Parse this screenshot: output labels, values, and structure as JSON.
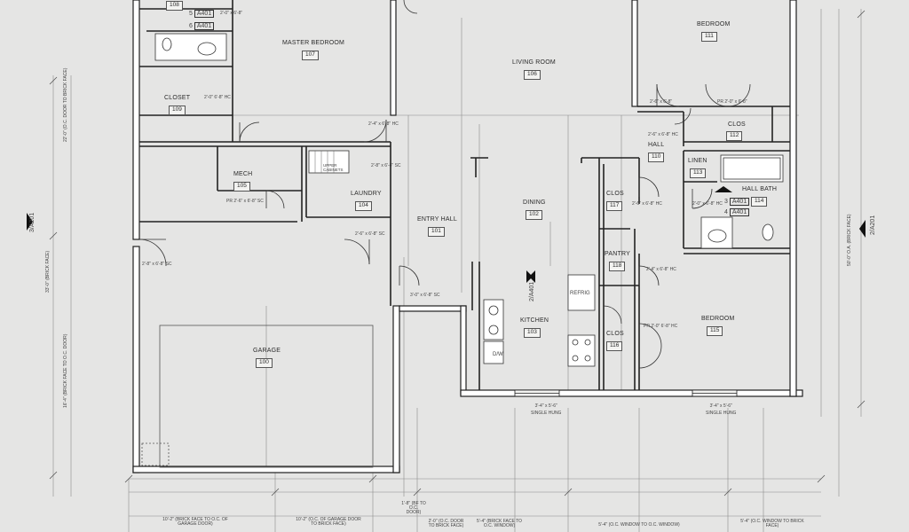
{
  "rooms": [
    {
      "name": "MASTER BEDROOM",
      "number": "107"
    },
    {
      "name": "LIVING ROOM",
      "number": "106"
    },
    {
      "name": "BEDROOM",
      "number": "111"
    },
    {
      "name": "CLOSET",
      "number": "109"
    },
    {
      "name": "MECH",
      "number": "105"
    },
    {
      "name": "LAUNDRY",
      "number": "104"
    },
    {
      "name": "ENTRY HALL",
      "number": "101"
    },
    {
      "name": "DINING",
      "number": "102"
    },
    {
      "name": "HALL",
      "number": "110"
    },
    {
      "name": "LINEN",
      "number": "113"
    },
    {
      "name": "HALL BATH",
      "number": "114"
    },
    {
      "name": "CLOS",
      "number": "112"
    },
    {
      "name": "CLOS",
      "number": "117"
    },
    {
      "name": "PANTRY",
      "number": "118"
    },
    {
      "name": "KITCHEN",
      "number": "103"
    },
    {
      "name": "CLOS",
      "number": "116"
    },
    {
      "name": "BEDROOM",
      "number": "115"
    },
    {
      "name": "GARAGE",
      "number": "100"
    },
    {
      "name": "",
      "number": "108"
    }
  ],
  "fixtures": {
    "refrig": "REFRIG",
    "dw": "D/W",
    "upper_cabinets": "UPPER CABINETS"
  },
  "section_refs": [
    {
      "id": "5",
      "sheet": "A401"
    },
    {
      "id": "6",
      "sheet": "A401"
    },
    {
      "id": "3",
      "sheet": "A401"
    },
    {
      "id": "4",
      "sheet": "A401"
    },
    {
      "id": "2",
      "sheet": "A401"
    },
    {
      "id": "3",
      "sheet": "A201"
    },
    {
      "id": "2",
      "sheet": "A201"
    }
  ],
  "door_notes": [
    "2'-0\" x 6'-8\"",
    "2'-0\" 6'-8\" HC",
    "2'-4\" x 6'-8\" HC",
    "2'-8\" x 6'-8\" SC",
    "PR 2'-6\" x 6'-8\" SC",
    "2'-6\" x 6'-8\" SC",
    "2'-8\" x 6'-8\" SC",
    "3'-0\" x 6'-8\" SC",
    "2'-6\" x 6'-8\"",
    "PR 2'-0\" x 6'-8\"",
    "2'-6\" x 6'-8\" HC",
    "2'-0\" x 6'-8\" HC",
    "2'-4\" x 6'-8\" HC",
    "PR 2'-0\" 6'-8\" HC",
    "2'-6\" x 6'-8\" HC"
  ],
  "window_notes": [
    {
      "size": "3'-4\" x 5'-6\"",
      "type": "SINGLE HUNG"
    },
    {
      "size": "3'-4\" x 5'-6\"",
      "type": "SINGLE HUNG"
    }
  ],
  "dimension_notes": [
    "10'-2\" (BRICK FACE TO O.C. OF GARAGE DOOR)",
    "10'-2\" (O.C. OF GARAGE DOOR TO BRICK FACE)",
    "1'-8\" (BF TO O.C. DOOR)",
    "2'-0\" (O.C. DOOR TO BRICK FACE)",
    "5'-4\" (BRICK FACE TO O.C. WINDOW)",
    "5'-4\" (O.C. WINDOW TO O.C. WINDOW)",
    "5'-4\" (O.C. WINDOW TO BRICK FACE)",
    "22'-0\" (O.C. DOOR TO BRICK FACE)",
    "16'-4\" (BRICK FACE TO O.C. DOOR)",
    "33'-0\" (BRICK FACE)",
    "50'-0\" O.A. (BRICK FACE)"
  ],
  "colors": {
    "paper": "#e9e9e7",
    "ink": "#2a2a2a",
    "wall_fill": "#ffffff"
  }
}
